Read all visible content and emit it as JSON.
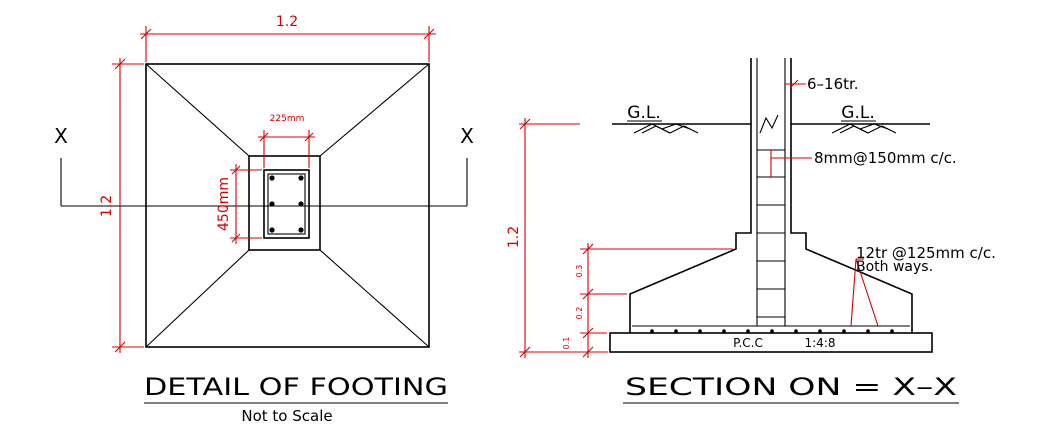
{
  "plan": {
    "width_dim": "1.2",
    "height_dim": "1.2",
    "column_width_dim": "225mm",
    "column_depth_dim": "450mm",
    "section_mark_left": "X",
    "section_mark_right": "X",
    "title": "DETAIL OF FOOTING",
    "subtitle": "Not to Scale"
  },
  "section": {
    "total_height_dim": "1.2",
    "slope_depth_dim": "0.3",
    "edge_depth_dim": "0.2",
    "pcc_depth_dim": "0.1",
    "ground_level_left": "G.L.",
    "ground_level_right": "G.L.",
    "column_bars": "6–16tr.",
    "ties": "8mm@150mm c/c.",
    "base_bars_line1": "12tr @125mm c/c.",
    "base_bars_line2": "Both ways.",
    "pcc_label": "P.C.C",
    "pcc_mix": "1:4:8",
    "title": "SECTION ON = X–X"
  },
  "colors": {
    "dimension": "#d40000",
    "linework": "#000000"
  }
}
